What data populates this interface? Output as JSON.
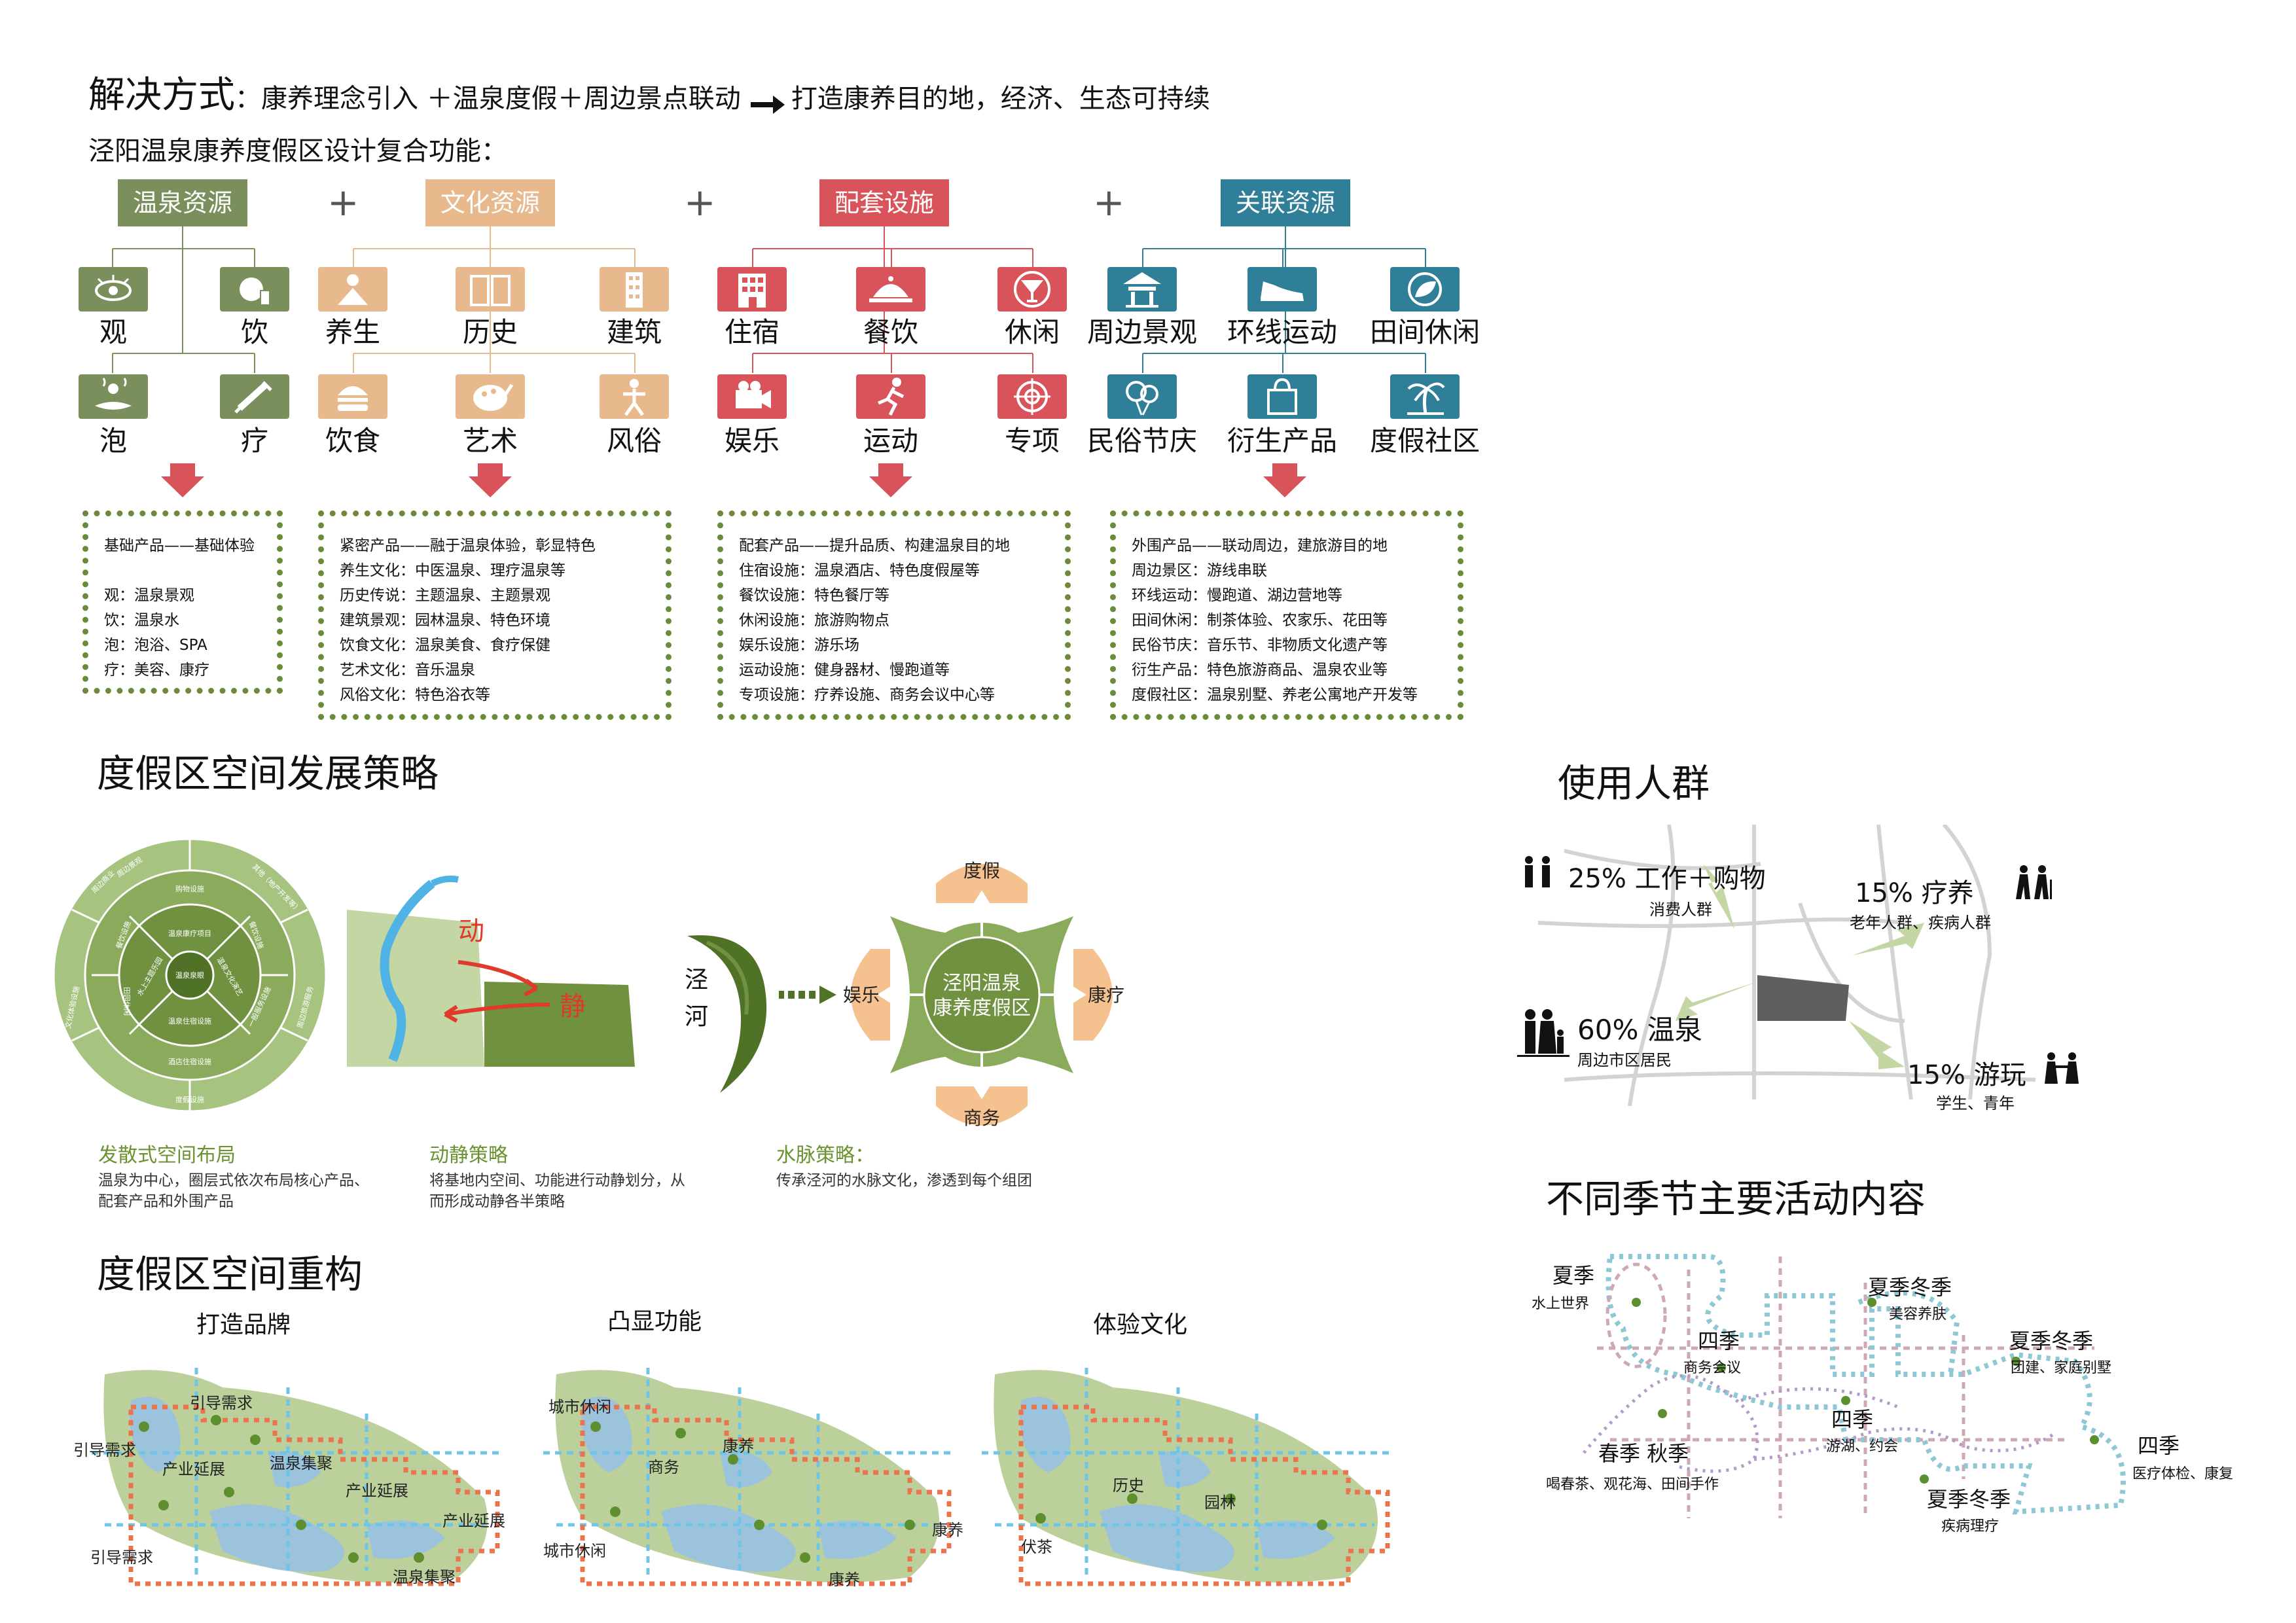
{
  "header": {
    "title_main": "解决方式",
    "title_rest": "：康养理念引入 ＋温泉度假＋周边景点联动",
    "title_tail": "打造康养目的地，经济、生态可持续",
    "subtitle": "泾阳温泉康养度假区设计复合功能："
  },
  "categories": [
    {
      "label": "温泉资源",
      "color": "#7b8f5c",
      "items": [
        {
          "label": "观",
          "icon": "eye-icon"
        },
        {
          "label": "饮",
          "icon": "drink-icon"
        },
        {
          "label": "泡",
          "icon": "bath-icon"
        },
        {
          "label": "疗",
          "icon": "syringe-icon"
        }
      ],
      "box": [
        "基础产品——基础体验",
        "",
        "观：温泉景观",
        "饮：温泉水",
        "泡：泡浴、SPA",
        "疗：美容、康疗"
      ]
    },
    {
      "label": "文化资源",
      "color": "#e8b98c",
      "items": [
        {
          "label": "养生",
          "icon": "person-icon"
        },
        {
          "label": "历史",
          "icon": "book-icon"
        },
        {
          "label": "建筑",
          "icon": "building-icon"
        },
        {
          "label": "饮食",
          "icon": "burger-icon"
        },
        {
          "label": "艺术",
          "icon": "palette-icon"
        },
        {
          "label": "风俗",
          "icon": "dance-icon"
        }
      ],
      "box": [
        "紧密产品——融于温泉体验，彰显特色",
        "养生文化：中医温泉、理疗温泉等",
        "历史传说：主题温泉、主题景观",
        "建筑景观：园林温泉、特色环境",
        "饮食文化：温泉美食、食疗保健",
        "艺术文化：音乐温泉",
        "风俗文化：特色浴衣等"
      ]
    },
    {
      "label": "配套设施",
      "color": "#d9545a",
      "items": [
        {
          "label": "住宿",
          "icon": "hotel-icon"
        },
        {
          "label": "餐饮",
          "icon": "dish-icon"
        },
        {
          "label": "休闲",
          "icon": "cocktail-icon"
        },
        {
          "label": "娱乐",
          "icon": "camera-icon"
        },
        {
          "label": "运动",
          "icon": "runner-icon"
        },
        {
          "label": "专项",
          "icon": "target-icon"
        }
      ],
      "box": [
        "配套产品——提升品质、构建温泉目的地",
        "住宿设施：温泉酒店、特色度假屋等",
        "餐饮设施：特色餐厅等",
        "休闲设施：旅游购物点",
        "娱乐设施：游乐场",
        "运动设施：健身器材、慢跑道等",
        "专项设施：疗养设施、商务会议中心等"
      ]
    },
    {
      "label": "关联资源",
      "color": "#2f7f99",
      "items": [
        {
          "label": "周边景观",
          "icon": "pavilion-icon"
        },
        {
          "label": "环线运动",
          "icon": "shoe-icon"
        },
        {
          "label": "田间休闲",
          "icon": "leaf-icon"
        },
        {
          "label": "民俗节庆",
          "icon": "balloon-icon"
        },
        {
          "label": "衍生产品",
          "icon": "bag-icon"
        },
        {
          "label": "度假社区",
          "icon": "palm-icon"
        }
      ],
      "box": [
        "外围产品——联动周边，建旅游目的地",
        "周边景区：游线串联",
        "环线运动：慢跑道、湖边营地等",
        "田间休闲：制茶体验、农家乐、花田等",
        "民俗节庆：音乐节、非物质文化遗产等",
        "衍生产品：特色旅游商品、温泉农业等",
        "度假社区：温泉别墅、养老公寓地产开发等"
      ]
    }
  ],
  "strategy": {
    "title": "度假区空间发展策略",
    "wheel": {
      "center": "温泉泉眼",
      "ring1": [
        "温泉康疗项目",
        "温泉文化演艺",
        "温泉住宿设施",
        "水上主题乐园"
      ],
      "ring2": [
        "购物设施",
        "餐饮设施",
        "一般服务设施",
        "酒店住宿设施",
        "田园休闲",
        "餐饮设施"
      ],
      "ring3": [
        "周边景观",
        "其他（地产开发等）",
        "周边旅游服务",
        "度假设施",
        "文化体验设施",
        "周边商业"
      ]
    },
    "dong": "动",
    "jing": "静",
    "river": "泾河",
    "flower": {
      "center": "泾阳温泉康养度假区",
      "top": "度假",
      "right": "康疗",
      "bottom": "商务",
      "left": "娱乐"
    },
    "captions": [
      {
        "title": "发散式空间布局",
        "text": [
          "温泉为中心，圈层式依次布局核心产品、",
          "配套产品和外围产品"
        ]
      },
      {
        "title": "动静策略",
        "text": [
          "将基地内空间、功能进行动静划分，从",
          "而形成动静各半策略"
        ]
      },
      {
        "title": "水脉策略：",
        "text": [
          "传承泾河的水脉文化，渗透到每个组团"
        ]
      }
    ]
  },
  "restructure": {
    "title": "度假区空间重构",
    "maps": [
      {
        "title": "打造品牌",
        "labels": [
          "引导需求",
          "引导需求",
          "产业延展",
          "温泉集聚",
          "产业延展",
          "产业延展",
          "引导需求",
          "温泉集聚"
        ]
      },
      {
        "title": "凸显功能",
        "labels": [
          "城市休闲",
          "商务",
          "康养",
          "城市休闲",
          "康养",
          "康养"
        ]
      },
      {
        "title": "体验文化",
        "labels": [
          "历史",
          "园林",
          "伏茶"
        ]
      }
    ]
  },
  "users": {
    "title": "使用人群",
    "groups": [
      {
        "pct": "25% 工作＋购物",
        "sub": "消费人群"
      },
      {
        "pct": "15% 疗养",
        "sub": "老年人群、疾病人群"
      },
      {
        "pct": "60% 温泉",
        "sub": "周边市区居民"
      },
      {
        "pct": "15% 游玩",
        "sub": "学生、青年"
      }
    ]
  },
  "seasons": {
    "title": "不同季节主要活动内容",
    "items": [
      {
        "season": "夏季",
        "act": "水上世界"
      },
      {
        "season": "四季",
        "act": "商务会议"
      },
      {
        "season": "夏季冬季",
        "act": "美容养肤"
      },
      {
        "season": "夏季冬季",
        "act": "团建、家庭别墅"
      },
      {
        "season": "四季",
        "act": "游湖、约会"
      },
      {
        "season": "春季 秋季",
        "act": "喝春茶、观花海、田间手作"
      },
      {
        "season": "四季",
        "act": "医疗体检、康复"
      },
      {
        "season": "夏季冬季",
        "act": "疾病理疗"
      }
    ]
  }
}
